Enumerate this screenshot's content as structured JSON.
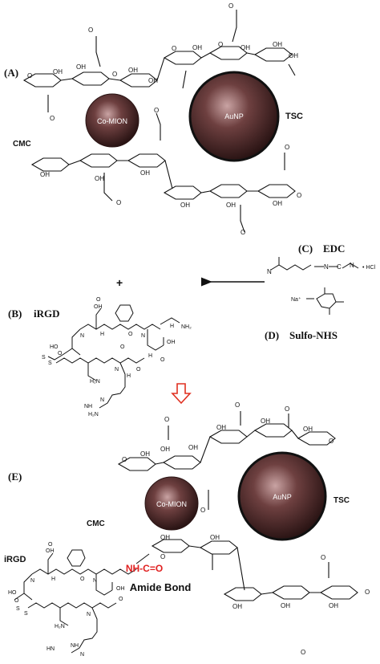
{
  "panel_a": {
    "letter": "(A)",
    "particle_large": "AuNP",
    "particle_small": "Co-MION",
    "label_cmc": "CMC",
    "label_tsc": "TSC"
  },
  "plus_sign": "+",
  "panel_b": {
    "letter": "(B)",
    "title": "iRGD"
  },
  "panel_c": {
    "letter": "(C)",
    "title": "EDC",
    "salt": "• HCl"
  },
  "panel_d": {
    "letter": "(D)",
    "title": "Sulfo-NHS",
    "na_label": "Na⁺"
  },
  "panel_e": {
    "letter": "(E)",
    "particle_large": "AuNP",
    "particle_small": "Co-MION",
    "label_cmc": "CMC",
    "label_tsc": "TSC",
    "label_irgd": "iRGD",
    "bond_formula": "NH-C=O",
    "bond_name": "Amide Bond"
  },
  "colors": {
    "particle": "#4a2a2a",
    "particle_highlight": "#c9a3a3",
    "bond_text": "#e02020",
    "down_arrow": "#e03020",
    "ink": "#111111"
  }
}
